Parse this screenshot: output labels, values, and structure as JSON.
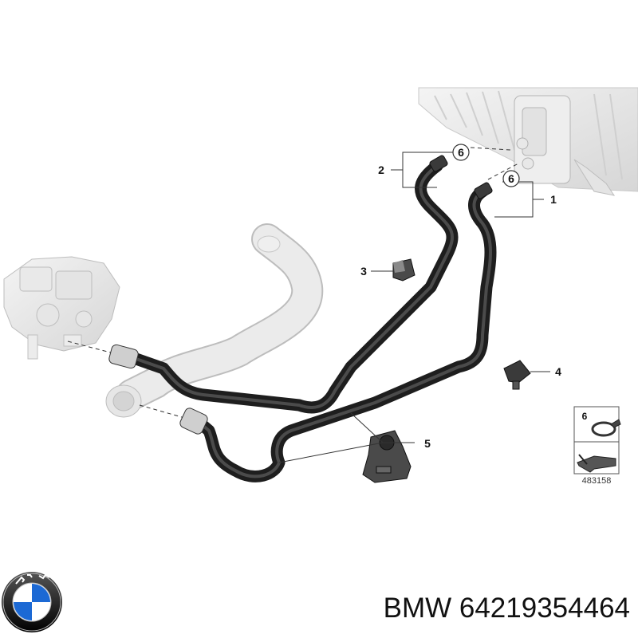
{
  "callouts": {
    "c1": "1",
    "c2": "2",
    "c3": "3",
    "c4": "4",
    "c5": "5",
    "c6a": "6",
    "c6b": "6"
  },
  "legend": {
    "clip_number": "6",
    "ref_code": "483158"
  },
  "caption": {
    "brand": "BMW",
    "part_number": "64219354464"
  },
  "colors": {
    "hose": "#2a2a2a",
    "hose_highlight": "#6a6a6a",
    "ghost_part": "#e6e6e6",
    "ghost_outline": "#bdbdbd",
    "logo_blue": "#1c69d4",
    "logo_ring": "#111111"
  }
}
